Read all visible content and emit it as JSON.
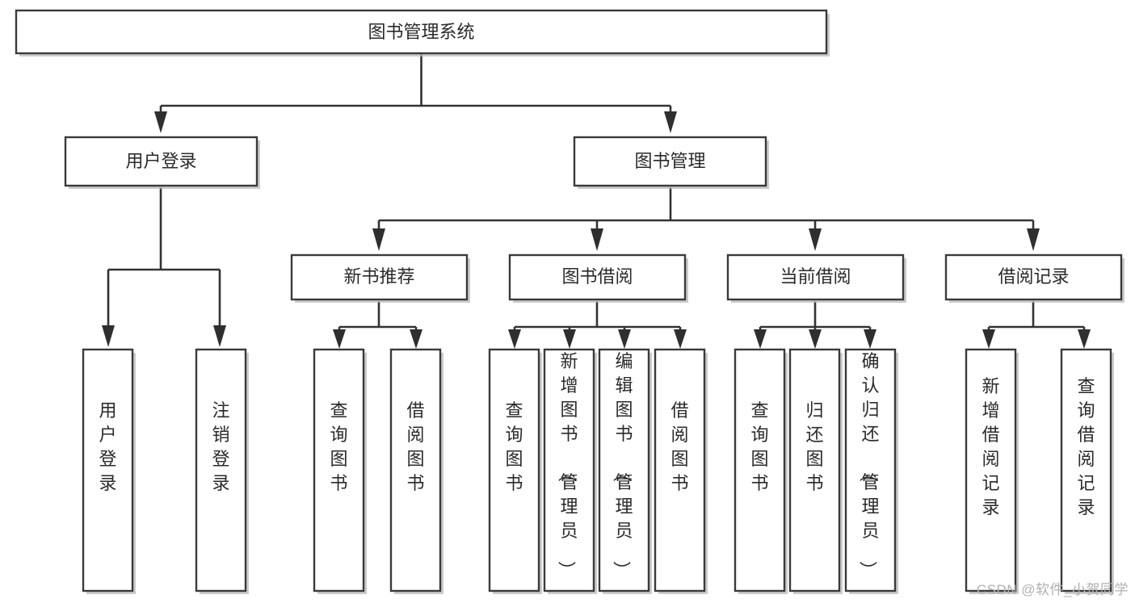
{
  "diagram": {
    "title": "图书管理系统",
    "type": "tree-hierarchy",
    "watermark": "CSDN @软件_小贺同学",
    "root": {
      "id": "root",
      "label": "图书管理系统"
    },
    "level2": [
      {
        "id": "user-login",
        "label": "用户登录"
      },
      {
        "id": "book-management",
        "label": "图书管理"
      }
    ],
    "level3": [
      {
        "id": "new-book-recommend",
        "label": "新书推荐",
        "parent": "book-management"
      },
      {
        "id": "book-borrow",
        "label": "图书借阅",
        "parent": "book-management"
      },
      {
        "id": "current-borrow",
        "label": "当前借阅",
        "parent": "book-management"
      },
      {
        "id": "borrow-record",
        "label": "借阅记录",
        "parent": "book-management"
      }
    ],
    "leaves": [
      {
        "id": "leaf-user-login",
        "label": "用户登录",
        "parent": "user-login"
      },
      {
        "id": "leaf-logout",
        "label": "注销登录",
        "parent": "user-login"
      },
      {
        "id": "leaf-query-book-1",
        "label": "查询图书",
        "parent": "new-book-recommend"
      },
      {
        "id": "leaf-borrow-book-1",
        "label": "借阅图书",
        "parent": "new-book-recommend"
      },
      {
        "id": "leaf-query-book-2",
        "label": "查询图书",
        "parent": "book-borrow"
      },
      {
        "id": "leaf-add-book",
        "label": "新增图书（管理员）",
        "parent": "book-borrow"
      },
      {
        "id": "leaf-edit-book",
        "label": "编辑图书（管理员）",
        "parent": "book-borrow"
      },
      {
        "id": "leaf-borrow-book-2",
        "label": "借阅图书",
        "parent": "book-borrow"
      },
      {
        "id": "leaf-query-book-3",
        "label": "查询图书",
        "parent": "current-borrow"
      },
      {
        "id": "leaf-return-book",
        "label": "归还图书",
        "parent": "current-borrow"
      },
      {
        "id": "leaf-confirm-return",
        "label": "确认归还（管理员）",
        "parent": "current-borrow"
      },
      {
        "id": "leaf-add-record",
        "label": "新增借阅记录",
        "parent": "borrow-record"
      },
      {
        "id": "leaf-query-record",
        "label": "查询借阅记录",
        "parent": "borrow-record"
      }
    ],
    "colors": {
      "box_stroke": "#3a3a3a",
      "box_fill": "#ffffff",
      "connector": "#333333",
      "text": "#2a2a2a",
      "watermark": "#b0b0b0",
      "background": "#ffffff"
    }
  }
}
